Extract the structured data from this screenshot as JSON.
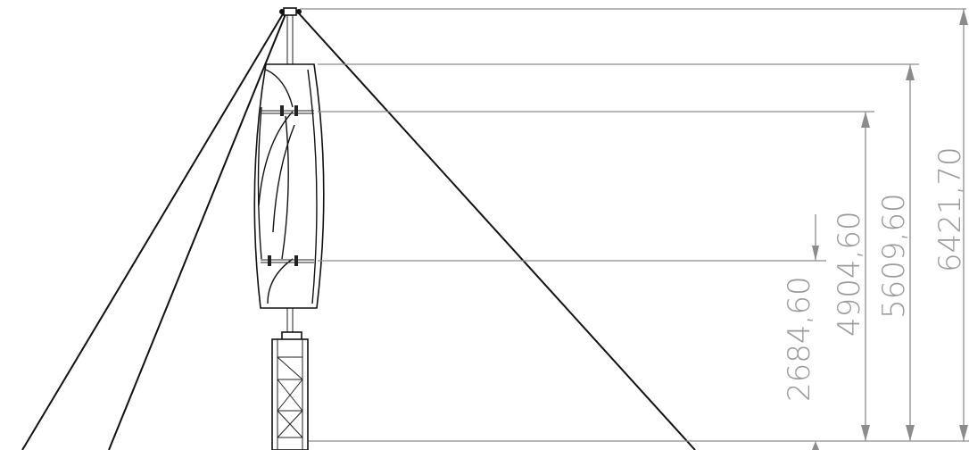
{
  "dimensions": [
    {
      "label": "2684,60"
    },
    {
      "label": "4904,60"
    },
    {
      "label": "5609,60"
    },
    {
      "label": "6421,70"
    }
  ],
  "colors": {
    "dimension_lines": "#8c8c8c",
    "dimension_text": "#9a9a9a",
    "structure": "#111111",
    "background": "#ffffff"
  }
}
